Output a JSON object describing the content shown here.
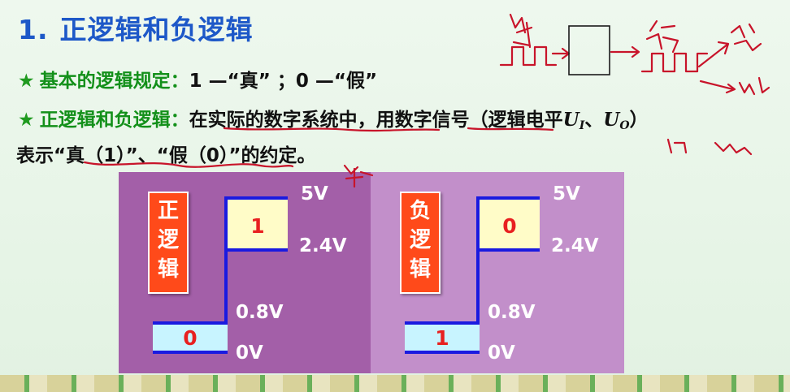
{
  "title": {
    "number": "1.",
    "text": "正逻辑和负逻辑"
  },
  "line1": {
    "star": "★",
    "label": "基本的逻辑规定：",
    "text": "1 —“真” ；0 —“假”"
  },
  "line2": {
    "star": "★",
    "label": "正逻辑和负逻辑：",
    "text": "在实际的数字系统中，用数字信号（逻辑电平",
    "u": "U",
    "u1": "I",
    "sep": "、",
    "uo_sub": "O",
    "close": "）"
  },
  "line3": {
    "text": "表示“真（1）”、“假（0）”的约定。"
  },
  "panels": {
    "positive": {
      "label": [
        "正",
        "逻",
        "辑"
      ],
      "high_value": "1",
      "low_value": "0",
      "v5": "5V",
      "v24": "2.4V",
      "v08": "0.8V",
      "v0": "0V"
    },
    "negative": {
      "label": [
        "负",
        "逻",
        "辑"
      ],
      "high_value": "0",
      "low_value": "1",
      "v5": "5V",
      "v24": "2.4V",
      "v08": "0.8V",
      "v0": "0V"
    }
  },
  "colors": {
    "title": "#1d58c8",
    "label_green": "#13901a",
    "panel_left": "#a35fa8",
    "panel_right": "#c28fca",
    "badge": "#ff4a1a",
    "line_blue": "#1a1ae0",
    "ink": "#c8142a"
  }
}
